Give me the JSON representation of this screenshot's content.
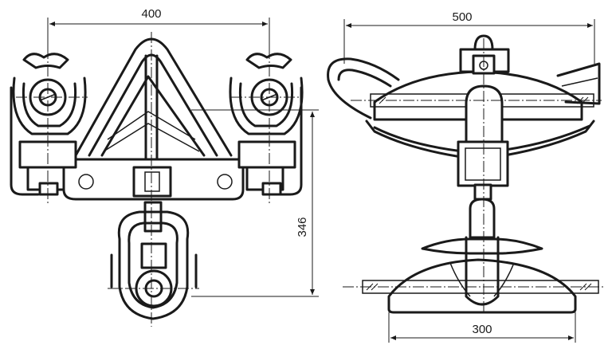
{
  "dimensions": {
    "front_width": "400",
    "front_height": "346",
    "side_width": "500",
    "side_base": "300"
  },
  "colors": {
    "line": "#1a1a1a",
    "background": "#ffffff"
  }
}
